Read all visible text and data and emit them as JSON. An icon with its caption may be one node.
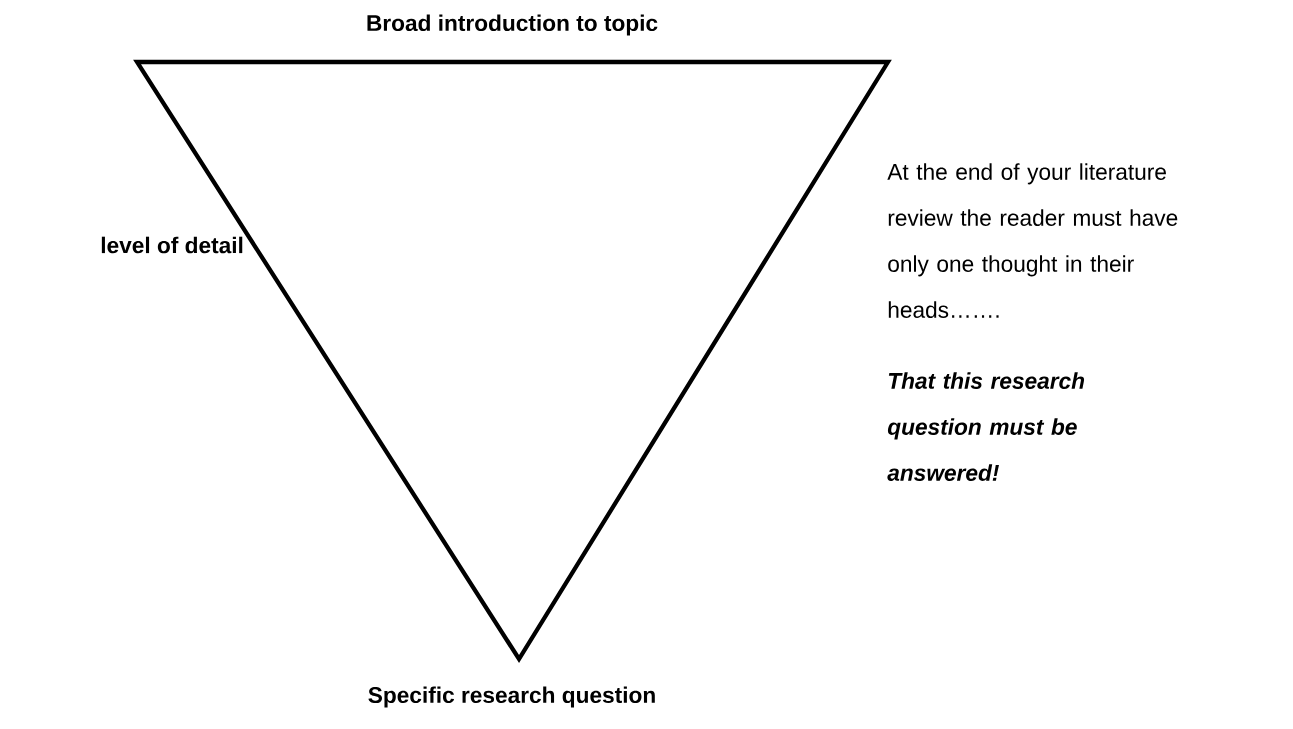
{
  "diagram": {
    "labels": [
      "Broad introduction to topic",
      "level of detail",
      "At the end of your literature review the reader must have only one thought in their heads…….",
      "That this research question must be answered!",
      "Specific research question"
    ]
  }
}
